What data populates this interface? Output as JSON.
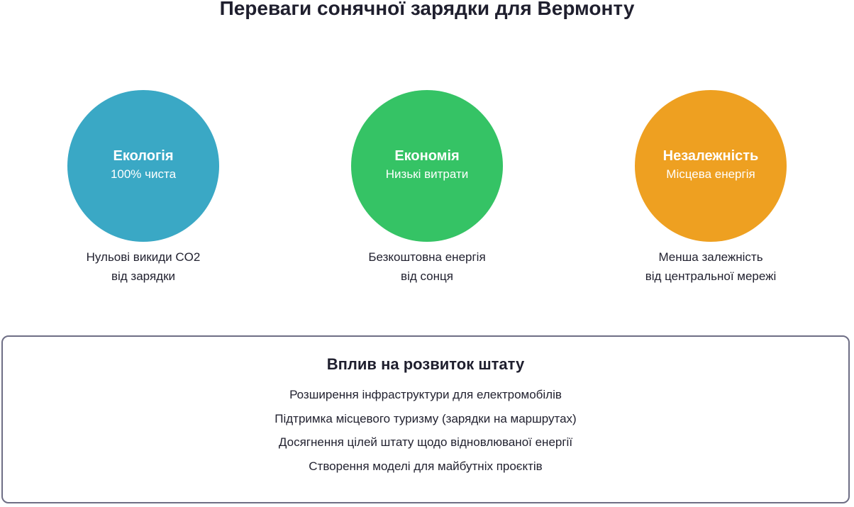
{
  "title": "Переваги сонячної зарядки для Вермонту",
  "colors": {
    "ecology": "#3aa8c5",
    "economy": "#35c365",
    "independence": "#eea021",
    "box_border": "#6e6e85"
  },
  "benefits": [
    {
      "title": "Екологія",
      "subtitle": "100% чиста",
      "caption_line1": "Нульові викиди CO2",
      "caption_line2": "від зарядки"
    },
    {
      "title": "Економія",
      "subtitle": "Низькі витрати",
      "caption_line1": "Безкоштовна енергія",
      "caption_line2": "від сонця"
    },
    {
      "title": "Незалежність",
      "subtitle": "Місцева енергія",
      "caption_line1": "Менша залежність",
      "caption_line2": "від центральної мережі"
    }
  ],
  "impact": {
    "title": "Вплив на розвиток штату",
    "items": [
      "Розширення інфраструктури для електромобілів",
      "Підтримка місцевого туризму (зарядки на маршрутах)",
      "Досягнення цілей штату щодо відновлюваної енергії",
      "Створення моделі для майбутніх проєктів"
    ]
  }
}
